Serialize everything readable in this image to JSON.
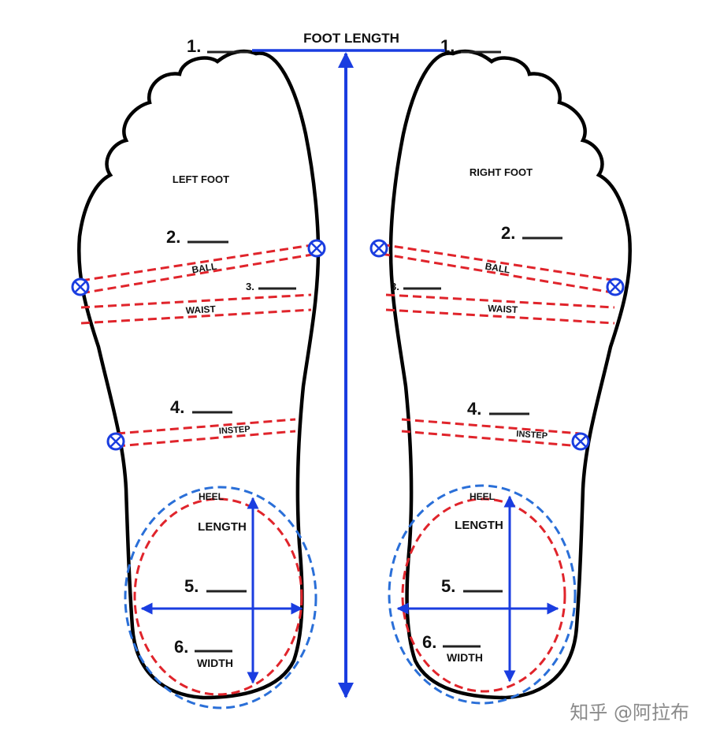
{
  "title": "FOOT LENGTH",
  "colors": {
    "outline": "#000000",
    "measure_arrow": "#1a3de0",
    "guide_red": "#e0242b",
    "guide_blue": "#2a6fd8",
    "marker": "#1a3de0",
    "watermark": "#8a8a8a"
  },
  "left_foot": {
    "name": "LEFT FOOT",
    "m1": "1.",
    "m2": "2.",
    "m3": "3.",
    "m4": "4.",
    "m5": "5.",
    "m6": "6.",
    "ball": "BALL",
    "waist": "WAIST",
    "instep": "INSTEP",
    "heel": "HEEL",
    "length": "LENGTH",
    "width": "WIDTH"
  },
  "right_foot": {
    "name": "RIGHT FOOT",
    "m1": "1.",
    "m2": "2.",
    "m3": "3.",
    "m4": "4.",
    "m5": "5.",
    "m6": "6.",
    "ball": "BALL",
    "waist": "WAIST",
    "instep": "INSTEP",
    "heel": "HEEL",
    "length": "LENGTH",
    "width": "WIDTH"
  },
  "watermark": "知乎 @阿拉布"
}
